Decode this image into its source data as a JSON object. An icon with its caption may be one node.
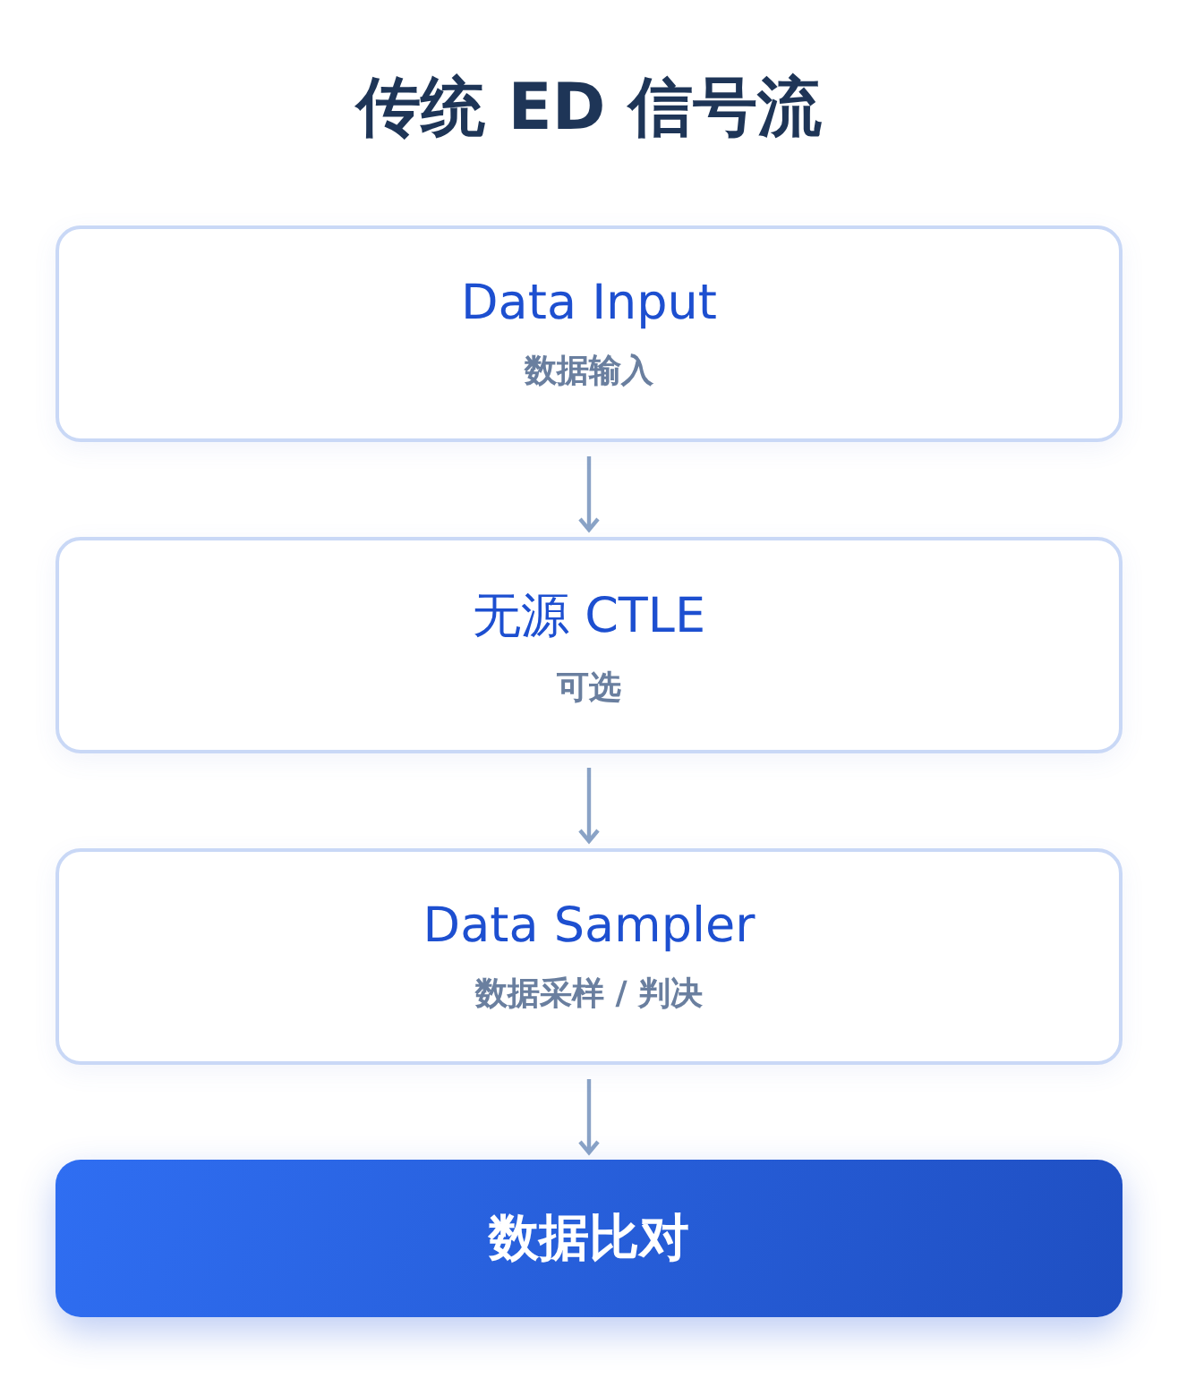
{
  "diagram": {
    "title": "传统 ED 信号流",
    "nodes": [
      {
        "text": [
          "Data Input",
          "数据输入"
        ]
      },
      {
        "text": [
          "无源 CTLE",
          "可选"
        ]
      },
      {
        "text": [
          "Data Sampler",
          "数据采样 / 判决"
        ]
      },
      {
        "text": [
          "数据比对"
        ]
      }
    ],
    "edges": [
      {
        "from": 0,
        "to": 1,
        "arrow": "to"
      },
      {
        "from": 1,
        "to": 2,
        "arrow": "to"
      },
      {
        "from": 2,
        "to": 3,
        "arrow": "to"
      }
    ]
  }
}
